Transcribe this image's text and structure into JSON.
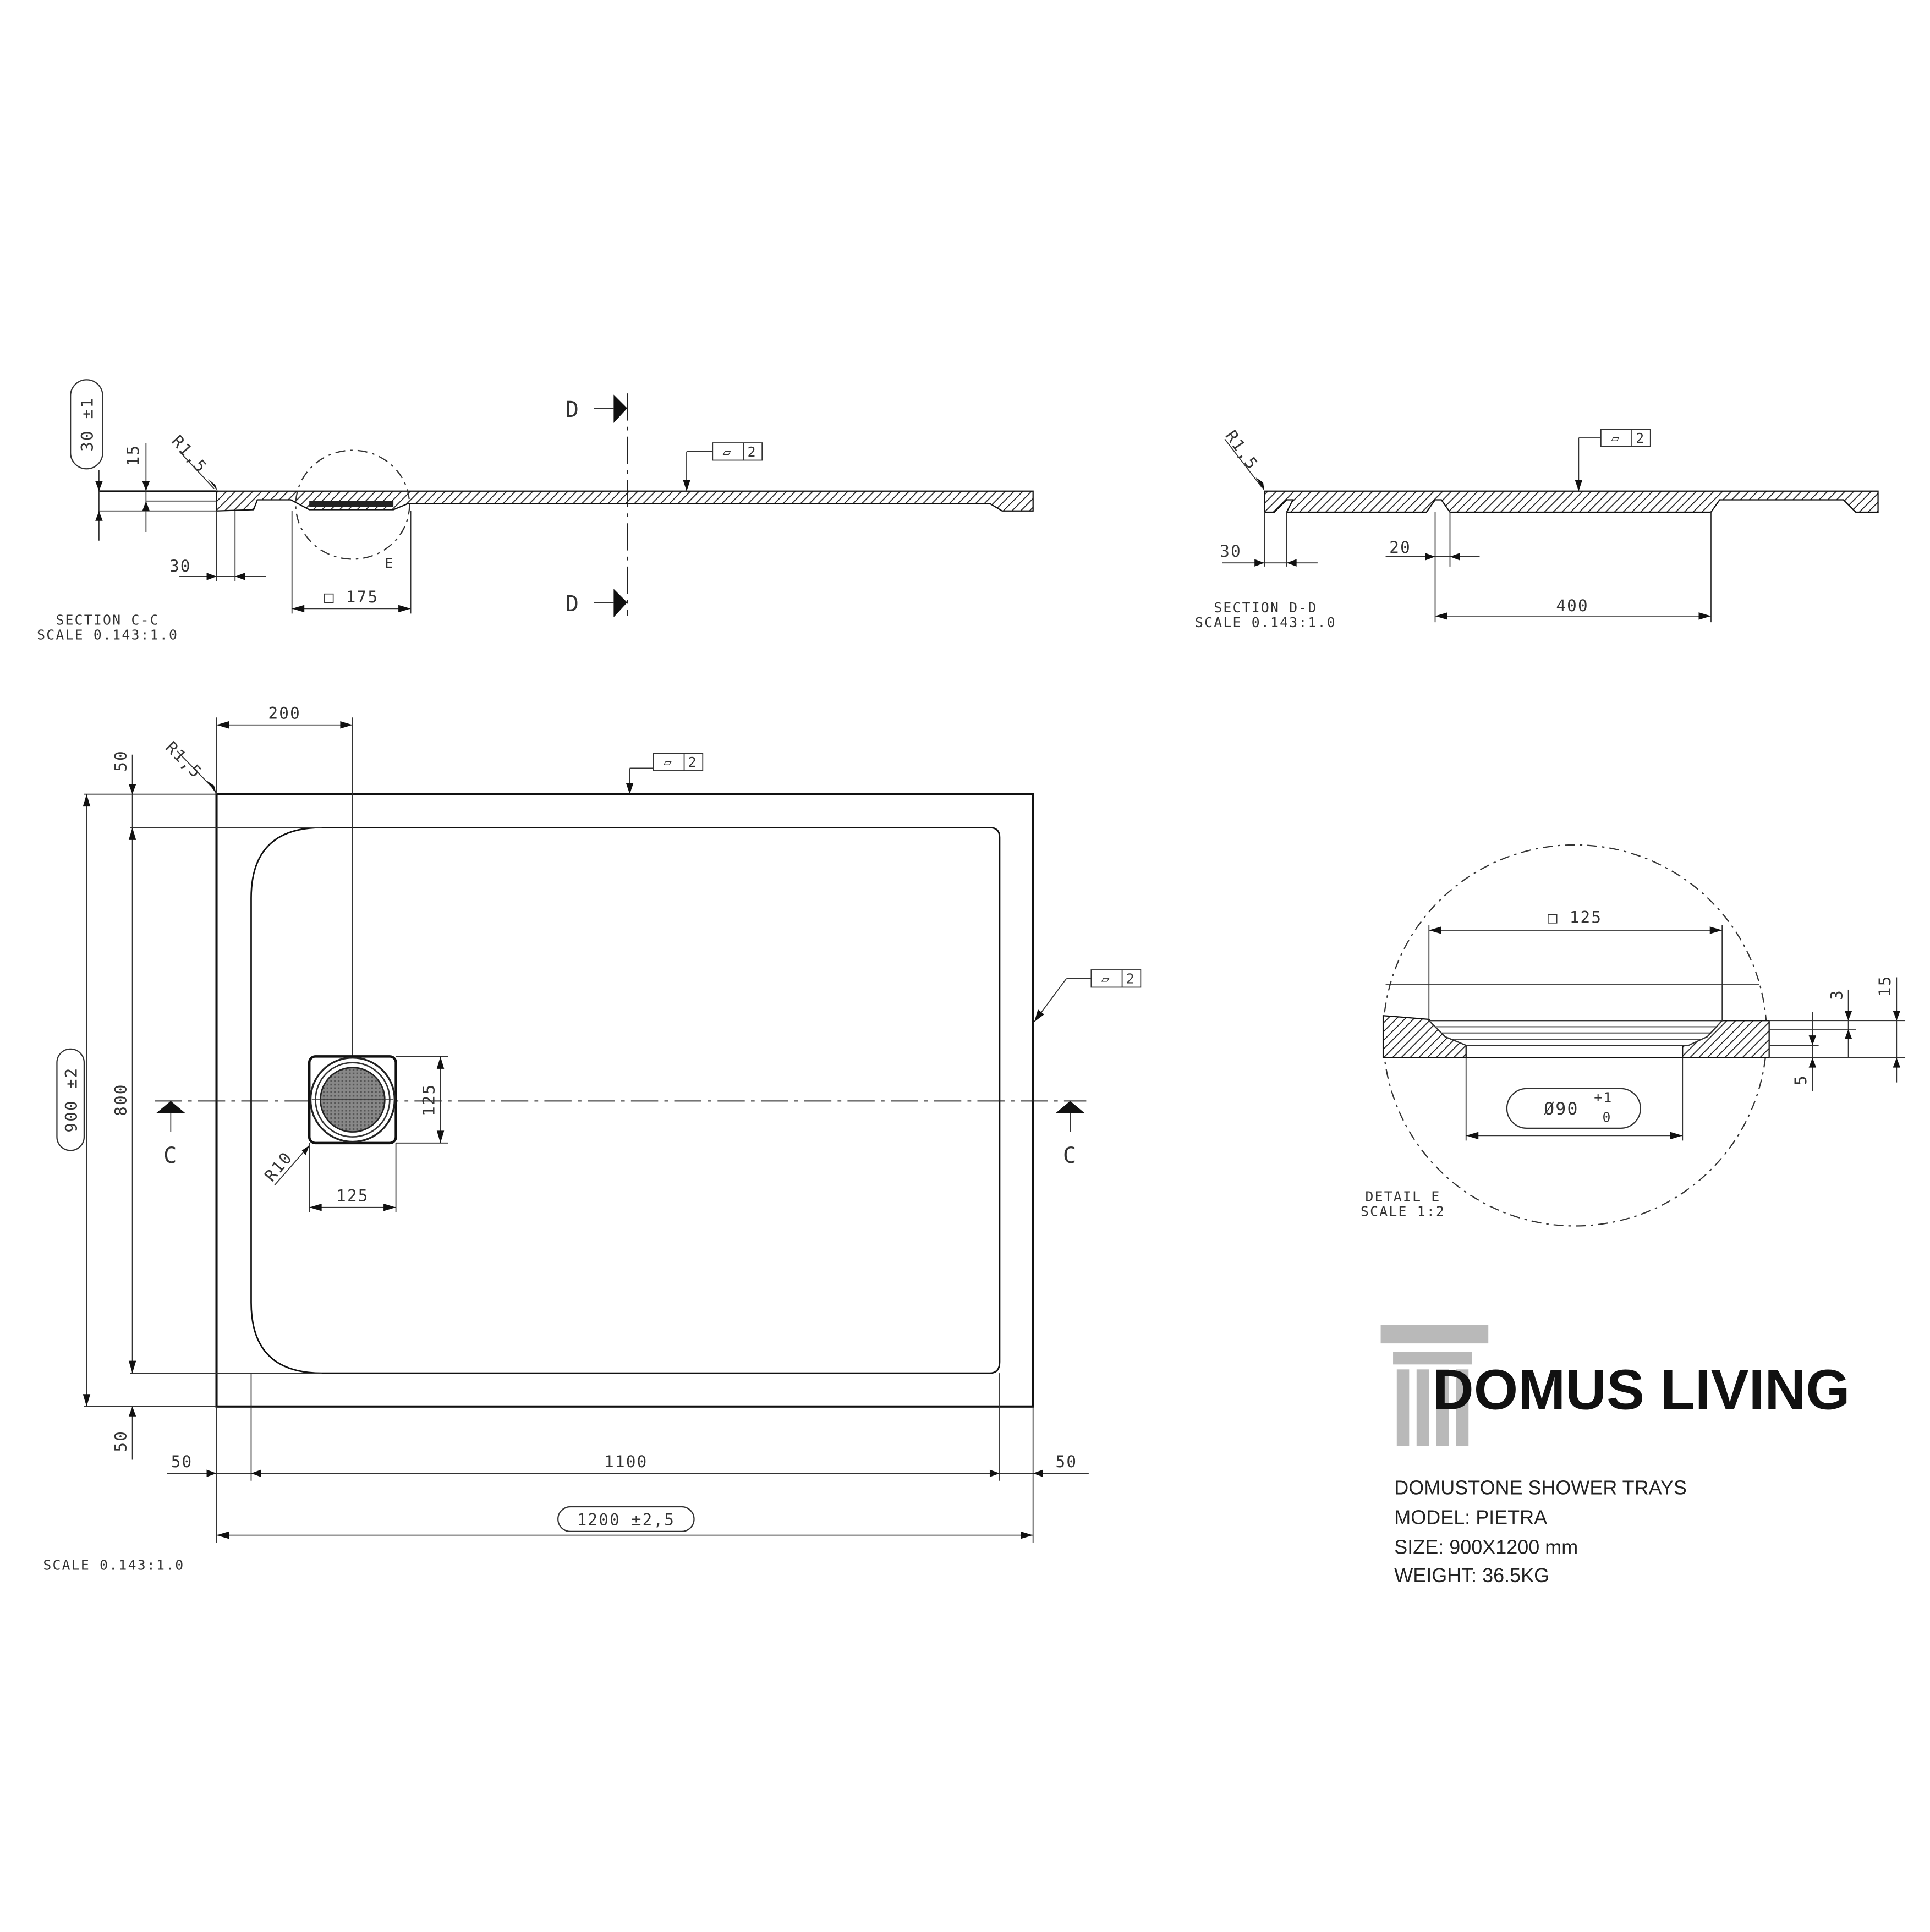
{
  "section_cc": {
    "title": "SECTION C-C",
    "scale": "SCALE 0.143:1.0",
    "dim_height": "30 ±1",
    "dim_15": "15",
    "dim_radius": "R1,5",
    "dim_30": "30",
    "dim_drain": "□ 175",
    "detail_marker": "E",
    "cut_label_top": "D",
    "cut_label_bottom": "D",
    "flatness_symbol": "▱",
    "flatness_value": "2"
  },
  "section_dd": {
    "title": "SECTION D-D",
    "scale": "SCALE 0.143:1.0",
    "dim_radius": "R1,5",
    "dim_30": "30",
    "dim_20": "20",
    "dim_400": "400",
    "flatness_symbol": "▱",
    "flatness_value": "2"
  },
  "plan_view": {
    "scale": "SCALE 0.143:1.0",
    "dim_200": "200",
    "dim_radius": "R1,5",
    "dim_top_50": "50",
    "dim_bottom_50": "50",
    "dim_height_total": "900 ±2",
    "dim_height_inner": "800",
    "dim_left_50": "50",
    "dim_right_50": "50",
    "dim_inner_width": "1100",
    "dim_total_width": "1200 ±2,5",
    "drain_width": "125",
    "drain_height": "125",
    "drain_radius": "R10",
    "cut_label_left": "C",
    "cut_label_right": "C",
    "flatness_top_symbol": "▱",
    "flatness_top_value": "2",
    "flatness_right_symbol": "▱",
    "flatness_right_value": "2"
  },
  "detail_e": {
    "title": "DETAIL E",
    "scale": "SCALE 1:2",
    "dim_125": "□ 125",
    "dim_outlet": "Ø90",
    "tol_upper": "+1",
    "tol_lower": "0",
    "dim_3": "3",
    "dim_15": "15",
    "dim_5": "5"
  },
  "branding": {
    "brand_name": "DOMUS LIVING",
    "product_line": "DOMUSTONE SHOWER TRAYS",
    "model": "MODEL: PIETRA",
    "size": "SIZE: 900X1200  mm",
    "weight": "WEIGHT: 36.5KG",
    "logo_color": "#b9b9b9"
  }
}
